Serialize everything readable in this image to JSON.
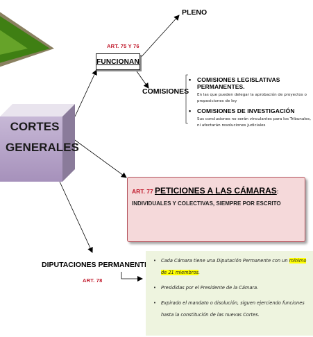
{
  "center": {
    "label_line1": "CORTES",
    "label_line2": "GENERALES"
  },
  "funcionan": {
    "article": "ART. 75 Y 76",
    "label": "FUNCIONAN"
  },
  "pleno": {
    "label": "PLENO"
  },
  "comisiones": {
    "label": "COMISIONES",
    "items": [
      {
        "title": "COMISIONES LEGISLATIVAS PERMANENTES.",
        "desc": "En las que pueden delegar la aprobación de proyectos o proposiciones de ley"
      },
      {
        "title": "COMISIONES DE INVESTIGACIÓN",
        "desc": "Sus conclusiones no serán vinculantes para los Tribunales, ni afectarán resoluciones judiciales"
      }
    ]
  },
  "peticiones": {
    "article": "ART. 77",
    "title": "PETICIONES A LAS CÁMARAS",
    "rest": ": INDIVIDUALES Y COLECTIVAS, SIEMPRE POR ESCRITO"
  },
  "diputaciones": {
    "label": "DIPUTACIONES PERMANENTES",
    "article": "ART. 78",
    "items": [
      {
        "before": "Cada Cámara tiene una Diputación Permanente con un ",
        "highlight": "mínimo de 21 miembros",
        "after": "."
      },
      {
        "before": "Presididas por el Presidente de la Cámara.",
        "highlight": "",
        "after": ""
      },
      {
        "before": "Expirado el mandato o disolución, siguen ejerciendo funciones hasta la constitución de las nuevas Cortes.",
        "highlight": "",
        "after": ""
      }
    ]
  },
  "colors": {
    "red": "#c0182a",
    "box_purple": "#b9a8c8",
    "pet_bg": "#f5d9da",
    "green_bg": "#eef4df",
    "triangle_green": "#3a7a12",
    "highlight": "#ffff00"
  }
}
